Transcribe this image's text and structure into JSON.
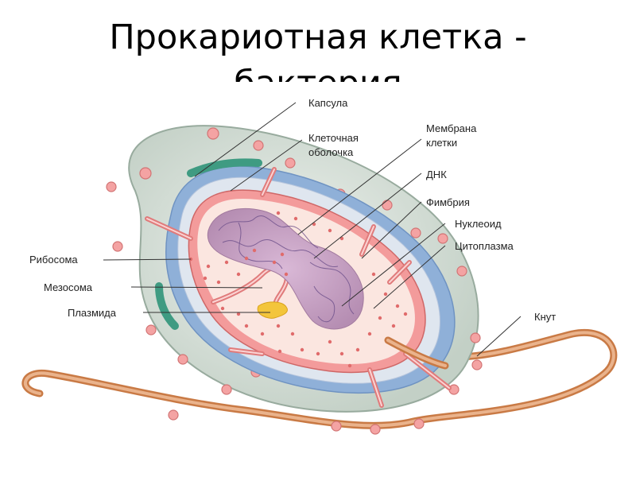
{
  "title": {
    "line1": "Прокариотная клетка -",
    "line2": "бактерия"
  },
  "labels": {
    "capsule": "Капсула",
    "cell_wall_1": "Клеточная",
    "cell_wall_2": "оболочка",
    "membrane_1": "Мембрана",
    "membrane_2": "клетки",
    "dna": "ДНК",
    "fimbria": "Фимбрия",
    "nucleoid": "Нуклеоид",
    "cytoplasm": "Цитоплазма",
    "ribosome": "Рибосома",
    "mesosome": "Мезосома",
    "plasmid": "Плазмида",
    "flagellum": "Кнут"
  },
  "colors": {
    "capsule": "#d7e0d9",
    "capsule_edge": "#9fb3a6",
    "wall": "#8fb0d8",
    "wall_dark": "#3f9b82",
    "membrane": "#f08a8a",
    "cytoplasm": "#fbe6e0",
    "nucleoid": "#c9a3c6",
    "plasmid": "#f3c53b",
    "flagellum": "#d9905a",
    "fimbria": "#f2a0a0"
  }
}
